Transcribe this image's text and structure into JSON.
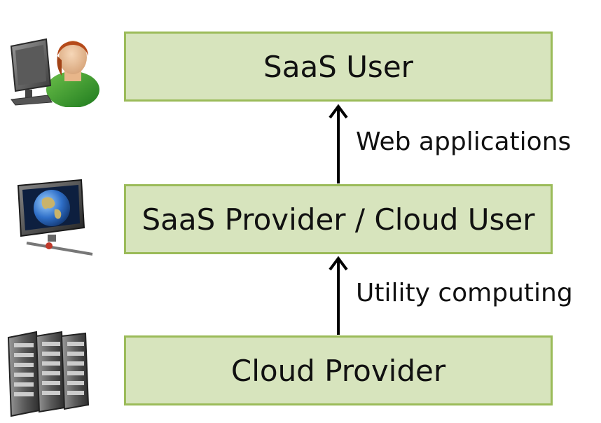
{
  "diagram": {
    "layers": [
      {
        "label": "SaaS User",
        "icon": "user-at-computer-icon"
      },
      {
        "label": "SaaS Provider / Cloud User",
        "icon": "globe-monitor-icon"
      },
      {
        "label": "Cloud Provider",
        "icon": "server-rack-icon"
      }
    ],
    "edges": [
      {
        "from": "SaaS Provider / Cloud User",
        "to": "SaaS User",
        "label": "Web applications"
      },
      {
        "from": "Cloud Provider",
        "to": "SaaS Provider / Cloud User",
        "label": "Utility computing"
      }
    ]
  },
  "colors": {
    "box_fill": "#d7e4bd",
    "box_border": "#9bbb59",
    "arrow": "#000000"
  }
}
